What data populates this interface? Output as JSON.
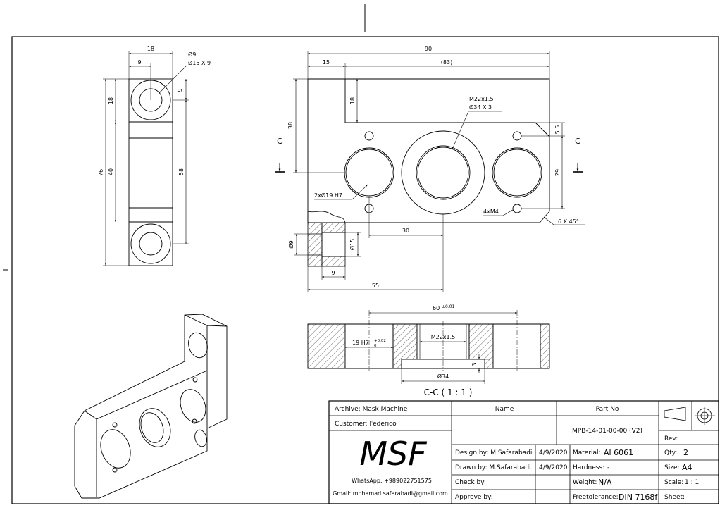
{
  "drawing": {
    "front_view": {
      "overall_width": "90",
      "offset_width": "15",
      "ref_width": "(83)",
      "boss_height": "18",
      "height_38": "38",
      "thread_callout": "M22x1.5",
      "counterbore_callout": "Ø34 X 3",
      "dim_5_5": "5.5",
      "dim_29": "29",
      "section_letter": "C",
      "hole_callout": "2xØ19 H7",
      "tap_callout": "4xM4",
      "chamfer_callout": "6 X 45°",
      "dim_30": "30",
      "dim_55": "55",
      "detail_dia_9": "Ø9",
      "detail_dia_15": "Ø15",
      "detail_depth_9": "9"
    },
    "side_view": {
      "width_18": "18",
      "half_9": "9",
      "hole_dia": "Ø9",
      "cbore_callout": "Ø15 X 9",
      "top_9": "9",
      "top_18": "18",
      "overall_76": "76",
      "mid_40": "40",
      "span_58": "58"
    },
    "section_view": {
      "pitch": "60",
      "pitch_tol": "±0.01",
      "bore": "19 H7",
      "bore_tol_upper": "+0.02",
      "bore_tol_lower": "0",
      "thread": "M22x1.5",
      "cbore_dia": "Ø34",
      "cbore_depth": "3",
      "title": "C-C ( 1 : 1 )"
    }
  },
  "title_block": {
    "archive": "Archive: Mask Machine",
    "customer": "Customer: Federico",
    "logo": "MSF",
    "whatsapp": "WhatsApp: +989022751575",
    "gmail": "Gmail: mohamad.safarabadi@gmail.com",
    "name_header": "Name",
    "part_no_header": "Part No",
    "part_no": "MPB-14-01-00-00 (V2)",
    "rev_label": "Rev:",
    "design_by": "Design by: M.Safarabadi",
    "design_date": "4/9/2020",
    "drawn_by": "Drawn by: M.Safarabadi",
    "drawn_date": "4/9/2020",
    "check_by": "Check by:",
    "approve_by": "Approve by:",
    "material_label": "Material:",
    "material_value": "Al 6061",
    "hardness_label": "Hardness:",
    "hardness_value": "-",
    "weight_label": "Weight:",
    "weight_value": "N/A",
    "freetol_label": "Freetolerance:",
    "freetol_value": "DIN 7168f",
    "qty_label": "Qty:",
    "qty_value": "2",
    "size_label": "Size:",
    "size_value": "A4",
    "scale_label": "Scale:",
    "scale_value": "1 : 1",
    "sheet_label": "Sheet:"
  }
}
